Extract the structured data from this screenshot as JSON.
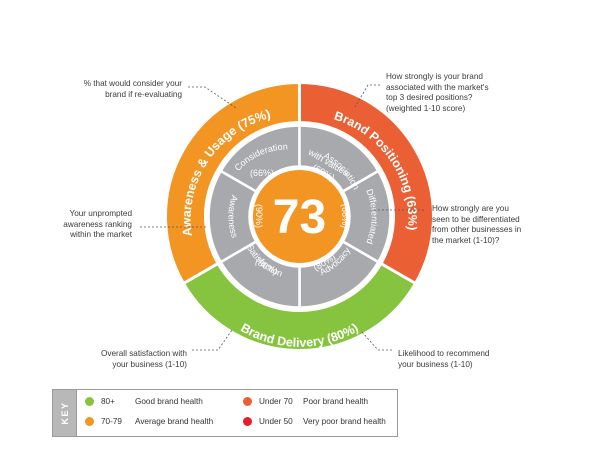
{
  "score": "73",
  "outer": [
    {
      "label": "Awareness & Usage (75%)",
      "color": "#f39522"
    },
    {
      "label": "Brand Positioning (63%)",
      "color": "#ea5f33"
    },
    {
      "label": "Brand Delivery (80%)",
      "color": "#86c440"
    }
  ],
  "inner": [
    {
      "name": "Consideration",
      "pct": "(66%)"
    },
    {
      "name": "Association with values",
      "name_lines": [
        "Association",
        "with values"
      ],
      "pct": "(60%)"
    },
    {
      "name": "Differentiated",
      "pct": "(66%)"
    },
    {
      "name": "Advocacy",
      "pct": "(80%)"
    },
    {
      "name": "Satisfaction",
      "pct": "(80%)"
    },
    {
      "name": "Awareness",
      "pct": "(90%)"
    }
  ],
  "annotations": {
    "consideration": [
      "% that would consider your",
      "brand if re-evaluating"
    ],
    "association": [
      "How strongly is your brand",
      "associated with the market's",
      "top 3 desired positions?",
      "(weighted 1-10 score)"
    ],
    "awareness": [
      "Your unprompted",
      "awareness ranking",
      "within the market"
    ],
    "differentiated": [
      "How strongly are you",
      "seen to be differentiated",
      "from other businesses in",
      "the market (1-10)?"
    ],
    "satisfaction": [
      "Overall satisfaction with",
      "your business (1-10)"
    ],
    "advocacy": [
      "Likelihood to recommend",
      "your business (1-10)"
    ]
  },
  "key": {
    "title": "KEY",
    "items": [
      {
        "value": "80+",
        "label": "Good brand health",
        "color": "#86c440"
      },
      {
        "value": "70-79",
        "label": "Average brand health",
        "color": "#f39522"
      },
      {
        "value": "Under 70",
        "label": "Poor brand health",
        "color": "#ea5f33"
      },
      {
        "value": "Under 50",
        "label": "Very poor brand health",
        "color": "#e42027"
      }
    ]
  },
  "colors": {
    "inner_ring": "#a7a9ac",
    "center": "#f39522",
    "leader": "#555555"
  }
}
